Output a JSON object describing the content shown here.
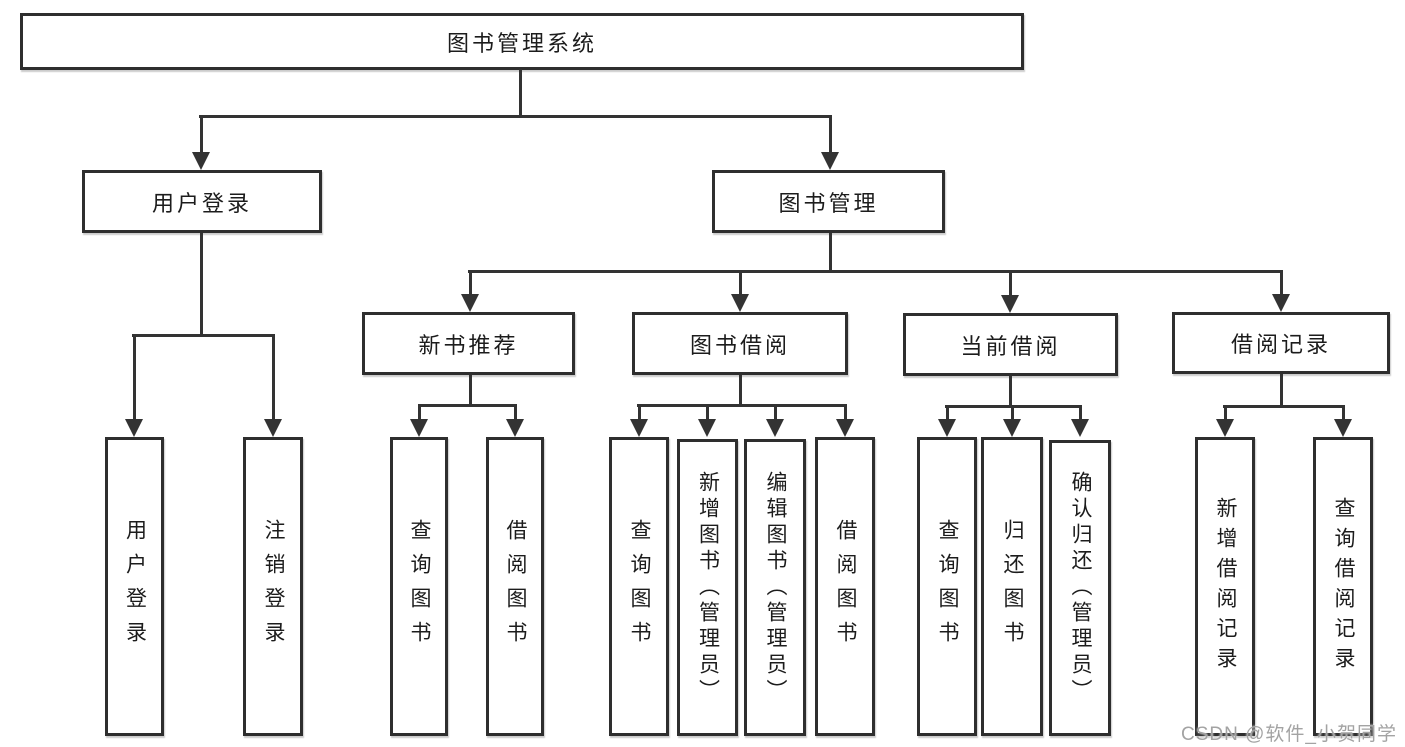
{
  "tree": {
    "root": {
      "label": "图书管理系统",
      "children": [
        {
          "label": "用户登录",
          "children": [
            {
              "label": "用户登录"
            },
            {
              "label": "注销登录"
            }
          ]
        },
        {
          "label": "图书管理",
          "children": [
            {
              "label": "新书推荐",
              "children": [
                {
                  "label": "查询图书"
                },
                {
                  "label": "借阅图书"
                }
              ]
            },
            {
              "label": "图书借阅",
              "children": [
                {
                  "label": "查询图书"
                },
                {
                  "label": "新增图书（管理员）"
                },
                {
                  "label": "编辑图书（管理员）"
                },
                {
                  "label": "借阅图书"
                }
              ]
            },
            {
              "label": "当前借阅",
              "children": [
                {
                  "label": "查询图书"
                },
                {
                  "label": "归还图书"
                },
                {
                  "label": "确认归还（管理员）"
                }
              ]
            },
            {
              "label": "借阅记录",
              "children": [
                {
                  "label": "新增借阅记录"
                },
                {
                  "label": "查询借阅记录"
                }
              ]
            }
          ]
        }
      ]
    }
  },
  "watermark": {
    "text": "CSDN @软件_小贺同学"
  },
  "colors": {
    "line": "#333333",
    "border": "#2e2e2e",
    "text": "#1c1c1c",
    "watermark": "#a3a3a3",
    "background": "#ffffff"
  }
}
